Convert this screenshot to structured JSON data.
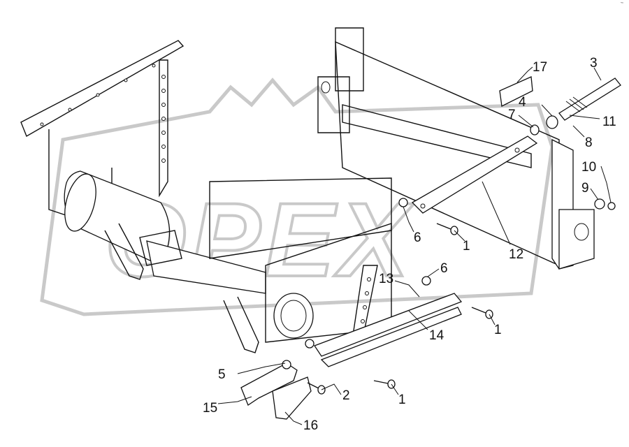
{
  "diagram": {
    "watermark": "OPEX",
    "corner_mark": "‷",
    "callouts": [
      {
        "id": "c1a",
        "label": "1"
      },
      {
        "id": "c1b",
        "label": "1"
      },
      {
        "id": "c1c",
        "label": "1"
      },
      {
        "id": "c2",
        "label": "2"
      },
      {
        "id": "c3",
        "label": "3"
      },
      {
        "id": "c4",
        "label": "4"
      },
      {
        "id": "c5",
        "label": "5"
      },
      {
        "id": "c6a",
        "label": "6"
      },
      {
        "id": "c6b",
        "label": "6"
      },
      {
        "id": "c7",
        "label": "7"
      },
      {
        "id": "c8",
        "label": "8"
      },
      {
        "id": "c9",
        "label": "9"
      },
      {
        "id": "c10",
        "label": "10"
      },
      {
        "id": "c11",
        "label": "11"
      },
      {
        "id": "c12",
        "label": "12"
      },
      {
        "id": "c13",
        "label": "13"
      },
      {
        "id": "c14",
        "label": "14"
      },
      {
        "id": "c15",
        "label": "15"
      },
      {
        "id": "c16",
        "label": "16"
      },
      {
        "id": "c17",
        "label": "17"
      }
    ]
  }
}
